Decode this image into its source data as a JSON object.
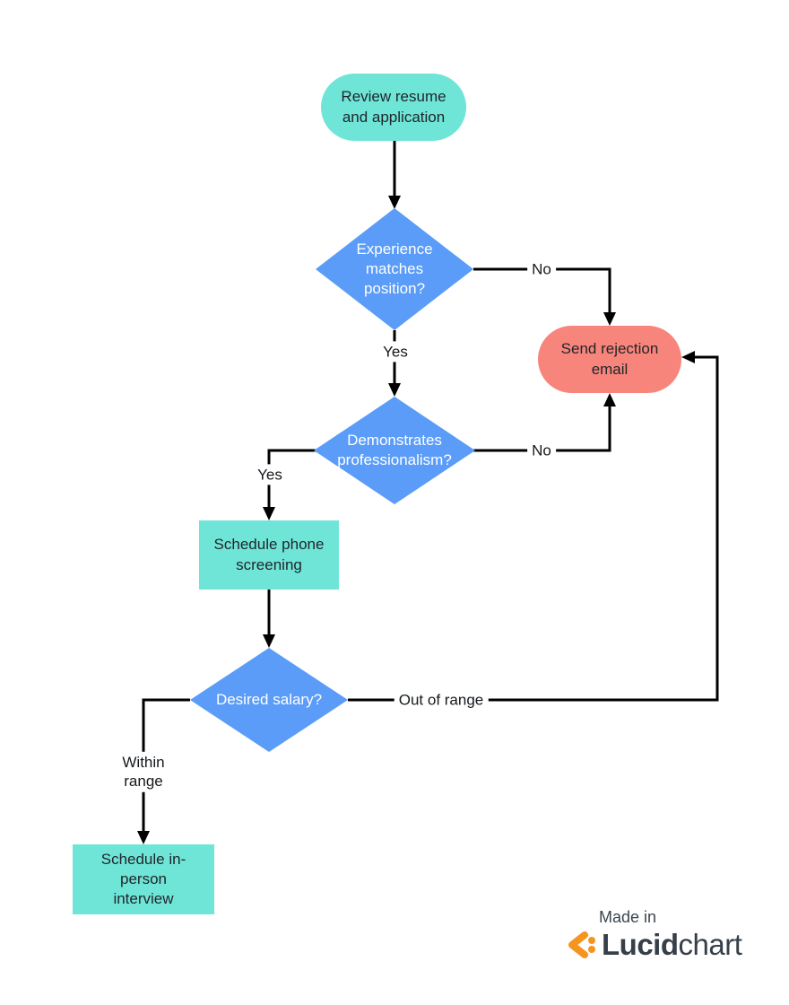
{
  "diagram": {
    "title_implicit": "Hiring screening flowchart",
    "nodes": {
      "review": {
        "label": "Review resume and application",
        "shape": "terminator",
        "fill": "#6fe5d8"
      },
      "experience": {
        "label": "Experience matches position?",
        "shape": "decision",
        "fill": "#5a9cf8"
      },
      "rejection": {
        "label": "Send rejection email",
        "shape": "terminator",
        "fill": "#f8857c"
      },
      "professionalism": {
        "label": "Demonstrates professionalism?",
        "shape": "decision",
        "fill": "#5a9cf8"
      },
      "phone_screening": {
        "label": "Schedule phone screening",
        "shape": "process",
        "fill": "#6fe5d8"
      },
      "salary": {
        "label": "Desired salary?",
        "shape": "decision",
        "fill": "#5a9cf8"
      },
      "interview": {
        "label": "Schedule in-person interview",
        "shape": "process",
        "fill": "#6fe5d8"
      }
    },
    "edge_labels": {
      "experience_no": "No",
      "experience_yes": "Yes",
      "professionalism_no": "No",
      "professionalism_yes": "Yes",
      "salary_out": "Out of range",
      "salary_within": "Within range"
    },
    "line_color": "#000000",
    "text_color_dark": "#20262b",
    "text_color_light": "#ffffff"
  },
  "footer": {
    "made_in": "Made in",
    "brand_bold": "Lucid",
    "brand_light": "chart",
    "brand_color": "#373f49",
    "icon_color": "#f5941f",
    "icon": "lucidchart-logo-icon"
  }
}
